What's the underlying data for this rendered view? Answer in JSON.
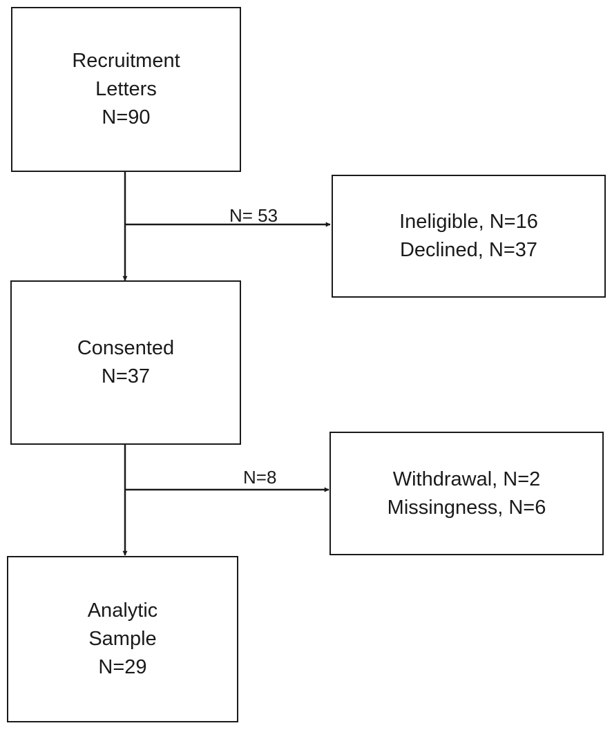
{
  "nodes": {
    "recruitment": {
      "lines": [
        "Recruitment",
        "Letters",
        "N=90"
      ]
    },
    "excluded_1": {
      "lines": [
        "Ineligible, N=16",
        "Declined, N=37"
      ]
    },
    "consented": {
      "lines": [
        "Consented",
        "N=37"
      ]
    },
    "excluded_2": {
      "lines": [
        "Withdrawal, N=2",
        "Missingness, N=6"
      ]
    },
    "analytic": {
      "lines": [
        "Analytic",
        "Sample",
        "N=29"
      ]
    }
  },
  "edges": {
    "to_excluded_1": {
      "label": "N= 53"
    },
    "to_excluded_2": {
      "label": "N=8"
    }
  }
}
